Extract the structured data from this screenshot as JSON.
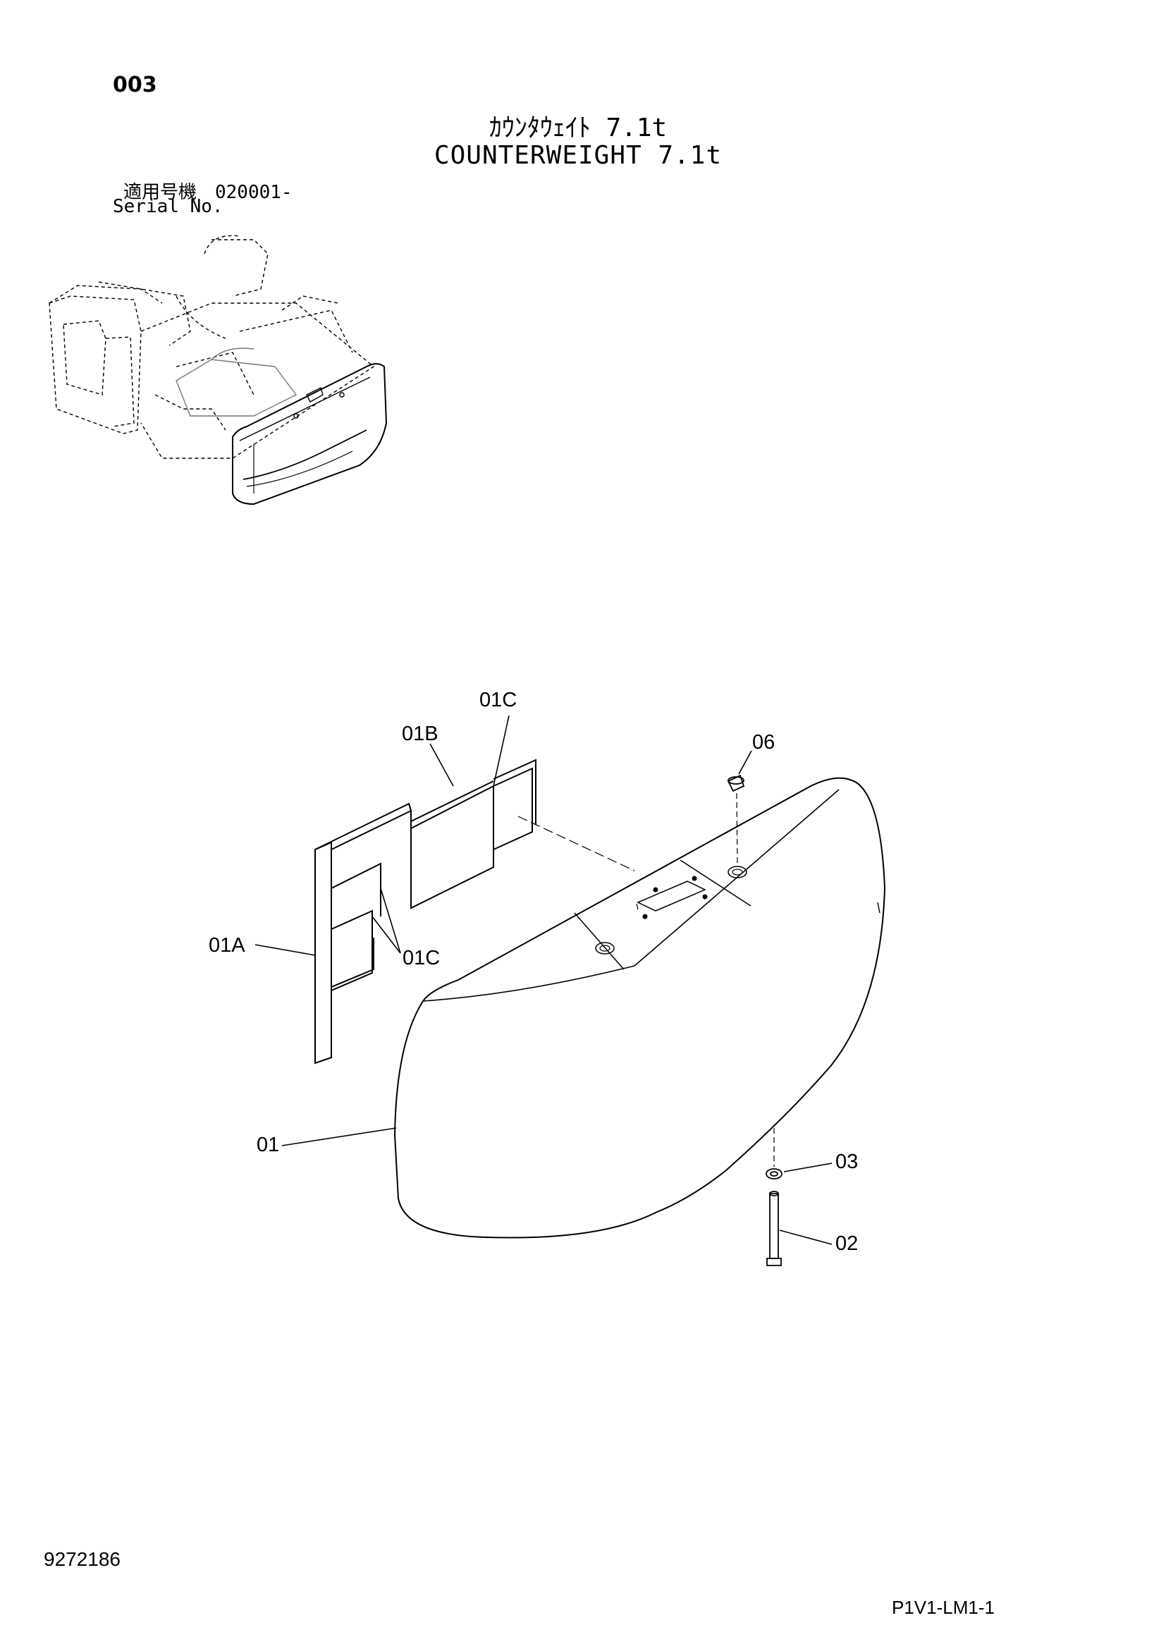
{
  "header": {
    "page_number": "003",
    "title_jp": "ｶｳﾝﾀｳｪｲﾄ 7.1t",
    "title_en": "COUNTERWEIGHT 7.1t",
    "serial_label_jp": "適用号機　020001-",
    "serial_label_en": "Serial No."
  },
  "callouts": {
    "c01": "01",
    "c01A": "01A",
    "c01B": "01B",
    "c01C_top": "01C",
    "c01C_mid": "01C",
    "c02": "02",
    "c03": "03",
    "c06": "06"
  },
  "footer": {
    "doc_id": "9272186",
    "page_code": "P1V1-LM1-1"
  }
}
